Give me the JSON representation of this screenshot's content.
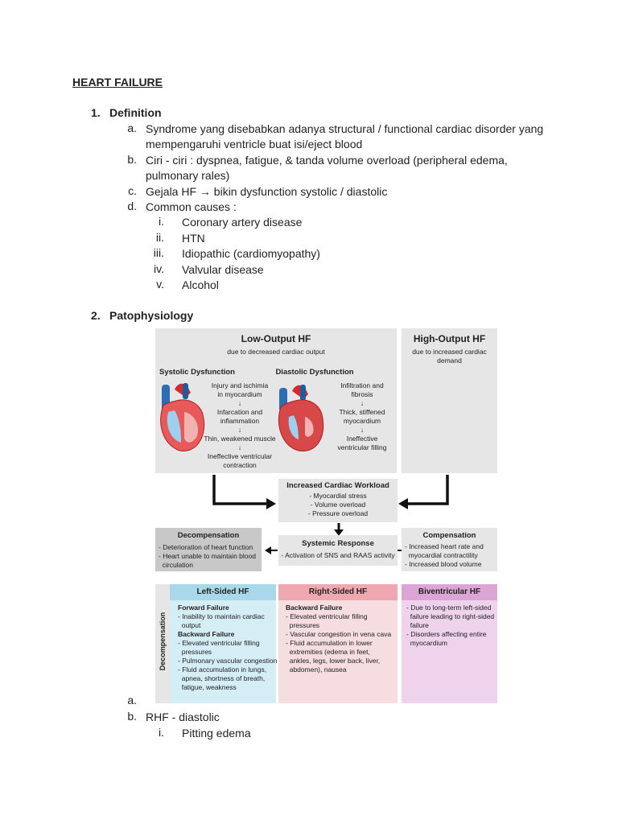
{
  "doc": {
    "title": "HEART FAILURE",
    "s1": {
      "num": "1.",
      "heading": "Definition"
    },
    "items": [
      {
        "mk": "a.",
        "l1": "Syndrome yang disebabkan adanya structural / functional cardiac disorder yang",
        "l2": "mempengaruhi ventricle buat isi/eject blood"
      },
      {
        "mk": "b.",
        "l1": "Ciri - ciri : dyspnea, fatigue, & tanda volume overload (peripheral edema,",
        "l2": "pulmonary rales)"
      },
      {
        "mk": "c.",
        "l1": "Gejala HF → bikin dysfunction systolic / diastolic"
      },
      {
        "mk": "d.",
        "l1": "Common causes :"
      }
    ],
    "causes": [
      {
        "mk": "i.",
        "text": "Coronary artery disease"
      },
      {
        "mk": "ii.",
        "text": "HTN"
      },
      {
        "mk": "iii.",
        "text": "Idiopathic (cardiomyopathy)"
      },
      {
        "mk": "iv.",
        "text": "Valvular disease"
      },
      {
        "mk": "v.",
        "text": "Alcohol"
      }
    ],
    "s2": {
      "num": "2.",
      "heading": "Patophysiology"
    },
    "after": [
      {
        "mk": "a.",
        "text": ""
      },
      {
        "mk": "b.",
        "text": "RHF - diastolic"
      }
    ],
    "sub_after": {
      "mk": "i.",
      "text": "Pitting edema"
    }
  },
  "figure": {
    "low": {
      "title": "Low-Output HF",
      "sub": "due to decreased cardiac output"
    },
    "high": {
      "title": "High-Output HF",
      "sub1": "due to increased cardiac",
      "sub2": "demand"
    },
    "systolic": {
      "title": "Systolic Dysfunction",
      "lines": [
        "Injury and ischimia",
        "in myocardium",
        "↓",
        "Infarcation and",
        "inflammation",
        "↓",
        "Thin, weakened muscle",
        "↓",
        "Ineffective ventricular",
        "contraction"
      ]
    },
    "diastolic": {
      "title": "Diastolic Dysfunction",
      "lines": [
        "Infiltration and",
        "fibrosis",
        "↓",
        "Thick, stiffened",
        "myocardium",
        "↓",
        "Ineffective",
        "ventricular filling"
      ]
    },
    "workload": {
      "title": "Increased Cardiac Workload",
      "lines": [
        "- Myocardial stress",
        "- Volume overload",
        "- Pressure overload"
      ]
    },
    "decomp": {
      "title": "Decompensation",
      "lines": [
        "- Deterioration of heart function",
        "- Heart unable to maintain blood",
        "  circulation"
      ]
    },
    "systemic": {
      "title": "Systemic Response",
      "lines": [
        "- Activation of SNS and RAAS activity"
      ]
    },
    "comp": {
      "title": "Compensation",
      "lines": [
        "- Increased heart rate and",
        "  myocardial contractility",
        "- Increased blood volume"
      ]
    },
    "side_label": "Decompensation",
    "left": {
      "title": "Left-Sided HF",
      "h1": "Forward Failure",
      "l1": [
        "- Inability to maintain cardiac",
        "  output"
      ],
      "h2": "Backward Failure",
      "l2": [
        "- Elevated ventricular filling",
        "  pressures",
        "- Pulmonary vascular congestion",
        "- Fluid accumulation in lungs,",
        "  apnea, shortness of breath,",
        "  fatigue, weakness"
      ]
    },
    "right": {
      "title": "Right-Sided HF",
      "h1": "Backward Failure",
      "l1": [
        "- Elevated ventricular filling",
        "  pressures",
        "- Vascular congestion in vena cava",
        "- Fluid accumulation in lower",
        "  extremities (edema in feet,",
        "  ankles, legs, lower back, liver,",
        "  abdomen), nausea"
      ]
    },
    "biv": {
      "title": "Biventricular HF",
      "l1": [
        "- Due to long-term left-sided",
        "  failure leading to right-sided",
        "  failure",
        "- Disorders affecting entire",
        "  myocardium"
      ]
    },
    "colors": {
      "gray": "#e6e6e6",
      "blue_head": "#a9d8ea",
      "blue_body": "#d5eef6",
      "pink_head": "#f0a8b0",
      "pink_body": "#f5dde0",
      "purple_head": "#dba5d6",
      "purple_body": "#efd3ec",
      "decomp_box": "#c8c8c8"
    }
  }
}
